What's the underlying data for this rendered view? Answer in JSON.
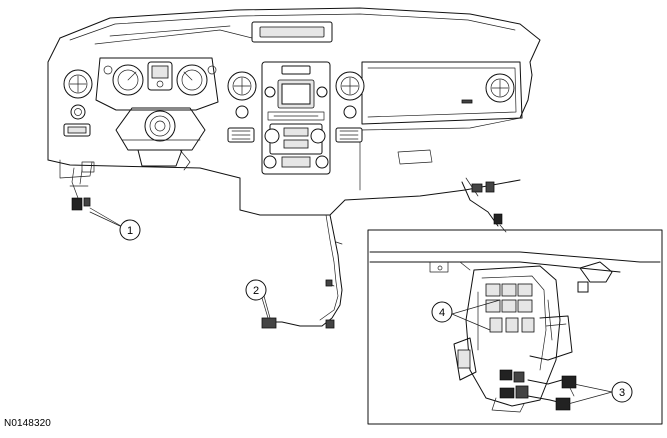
{
  "figure": {
    "id": "N0148320"
  },
  "callouts": [
    {
      "number": "1",
      "target": "left-connector"
    },
    {
      "number": "2",
      "target": "center-harness-connector"
    },
    {
      "number": "3",
      "target": "module-connectors"
    },
    {
      "number": "4",
      "target": "junction-box"
    }
  ],
  "colors": {
    "line": "#111111",
    "background": "#ffffff"
  }
}
